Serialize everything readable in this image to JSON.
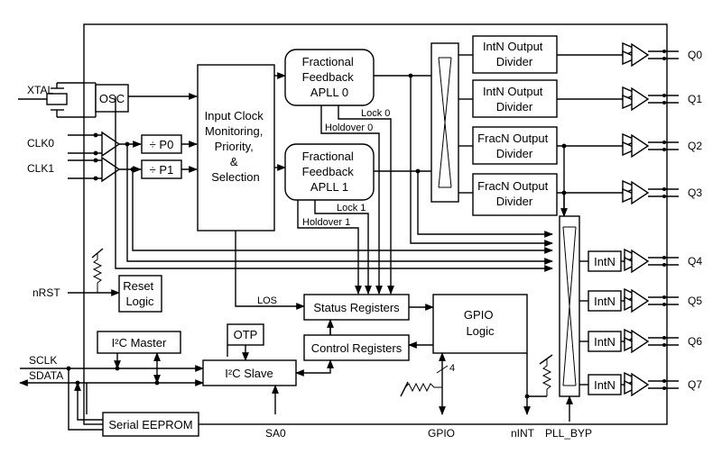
{
  "inputs": {
    "xtal": "XTAL",
    "clk0": "CLK0",
    "clk1": "CLK1",
    "nrst": "nRST",
    "sclk": "SCLK",
    "sdata": "SDATA"
  },
  "blocks": {
    "osc": "OSC",
    "div_p0": "÷ P0",
    "div_p1": "÷ P1",
    "input_clock": [
      "Input Clock",
      "Monitoring,",
      "Priority,",
      "&",
      "Selection"
    ],
    "apll0": [
      "Fractional",
      "Feedback",
      "APLL 0"
    ],
    "apll1": [
      "Fractional",
      "Feedback",
      "APLL 1"
    ],
    "intn_div_1": [
      "IntN Output",
      "Divider"
    ],
    "intn_div_2": [
      "IntN Output",
      "Divider"
    ],
    "fracn_div_1": [
      "FracN Output",
      "Divider"
    ],
    "fracn_div_2": [
      "FracN Output",
      "Divider"
    ],
    "reset_logic": [
      "Reset",
      "Logic"
    ],
    "i2c_master": "I²C Master",
    "otp": "OTP",
    "i2c_slave": "I²C Slave",
    "serial_eeprom": "Serial EEPROM",
    "status_registers": "Status Registers",
    "control_registers": "Control Registers",
    "gpio_logic": [
      "GPIO",
      "Logic"
    ],
    "intn_small": [
      "IntN",
      "IntN",
      "IntN",
      "IntN"
    ]
  },
  "signals": {
    "lock0": "Lock 0",
    "holdover0": "Holdover 0",
    "lock1": "Lock 1",
    "holdover1": "Holdover 1",
    "los": "LOS",
    "gpio_bus_width": "4"
  },
  "pins": {
    "sa0": "SA0",
    "gpio": "GPIO",
    "nint": "nINT",
    "pll_byp": "PLL_BYP"
  },
  "outputs": [
    "Q0",
    "Q1",
    "Q2",
    "Q3",
    "Q4",
    "Q5",
    "Q6",
    "Q7"
  ]
}
